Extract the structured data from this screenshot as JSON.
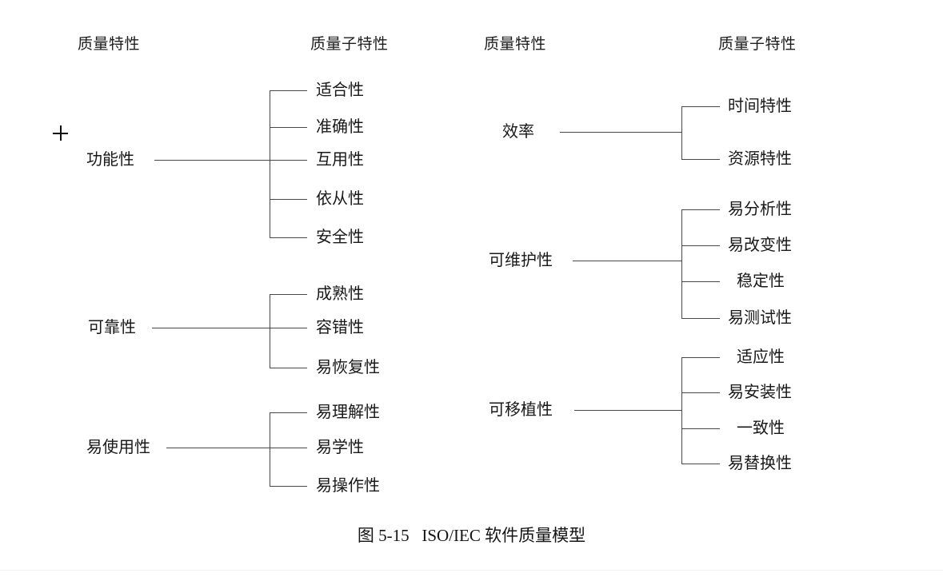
{
  "page": {
    "caption": "图 5-15   ISO/IEC 软件质量模型"
  },
  "headers": {
    "left_characteristic": "质量特性",
    "left_subcharacteristic": "质量子特性",
    "right_characteristic": "质量特性",
    "right_subcharacteristic": "质量子特性"
  },
  "diagram": {
    "type": "tree",
    "columns": [
      "质量特性",
      "质量子特性"
    ],
    "groups": [
      {
        "parent": "功能性",
        "children": [
          "适合性",
          "准确性",
          "互用性",
          "依从性",
          "安全性"
        ]
      },
      {
        "parent": "可靠性",
        "children": [
          "成熟性",
          "容错性",
          "易恢复性"
        ]
      },
      {
        "parent": "易使用性",
        "children": [
          "易理解性",
          "易学性",
          "易操作性"
        ]
      },
      {
        "parent": "效率",
        "children": [
          "时间特性",
          "资源特性"
        ]
      },
      {
        "parent": "可维护性",
        "children": [
          "易分析性",
          "易改变性",
          "稳定性",
          "易测试性"
        ]
      },
      {
        "parent": "可移植性",
        "children": [
          "适应性",
          "易安装性",
          "一致性",
          "易替换性"
        ]
      }
    ]
  },
  "colors": {
    "line": "#44484d",
    "text": "#181818",
    "background": "#ffffff"
  }
}
